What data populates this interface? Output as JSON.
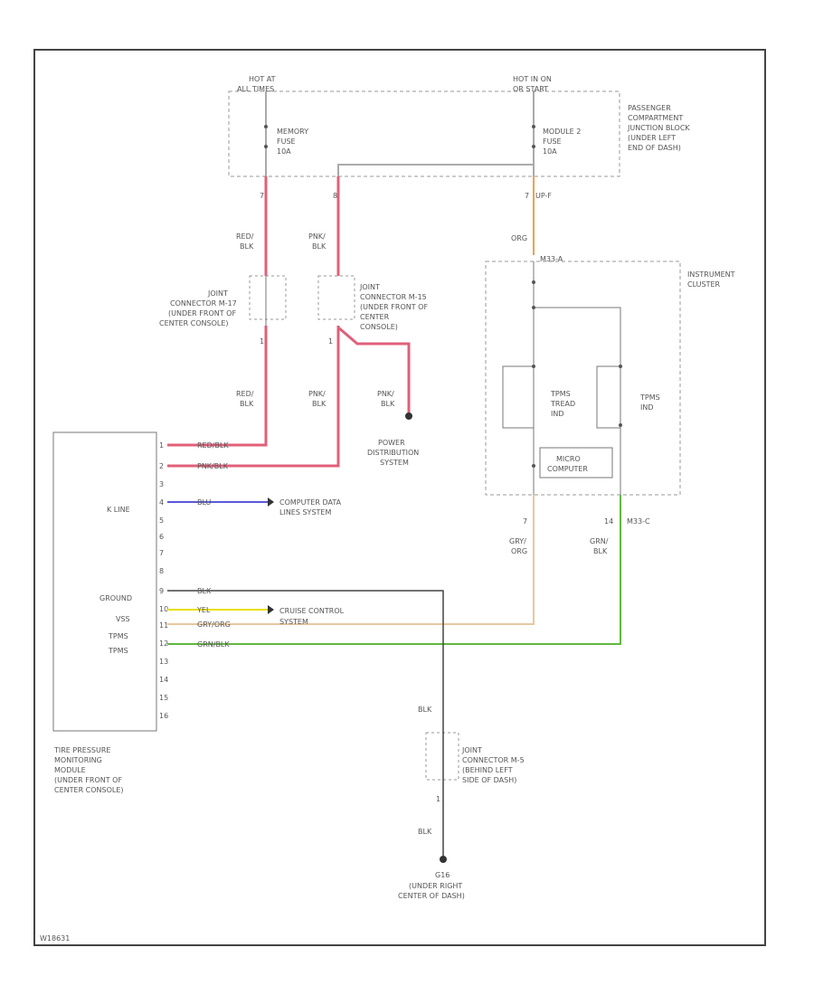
{
  "power": {
    "left_source": [
      "HOT AT",
      "ALL TIMES"
    ],
    "right_source": [
      "HOT IN ON",
      "OR START"
    ],
    "left_fuse": [
      "MEMORY",
      "FUSE",
      "10A"
    ],
    "right_fuse": [
      "MODULE 2",
      "FUSE",
      "10A"
    ],
    "junction_block": [
      "PASSENGER",
      "COMPARTMENT",
      "JUNCTION BLOCK",
      "(UNDER LEFT",
      "END OF DASH)"
    ]
  },
  "wires": {
    "red_blk": [
      "RED/",
      "BLK"
    ],
    "pnk_blk": [
      "PNK/",
      "BLK"
    ],
    "org": "ORG",
    "gry_org": [
      "GRY/",
      "ORG"
    ],
    "grn_blk": [
      "GRN/",
      "BLK"
    ],
    "blk": "BLK",
    "pin_7": "7",
    "pin_8": "8",
    "pin_1": "1",
    "pin_14": "14",
    "up_f": "UP-F",
    "m33_a": "M33-A",
    "m33_c": "M33-C"
  },
  "connectors": {
    "j_left": [
      "JOINT",
      "CONNECTOR M-17",
      "(UNDER FRONT OF",
      "CENTER CONSOLE)"
    ],
    "j_mid": [
      "JOINT",
      "CONNECTOR M-15",
      "(UNDER FRONT OF",
      "CENTER",
      "CONSOLE)"
    ],
    "j_ground": [
      "JOINT",
      "CONNECTOR M-5",
      "(BEHIND LEFT",
      "SIDE OF DASH)"
    ]
  },
  "systems": {
    "power_distribution": [
      "POWER",
      "DISTRIBUTION",
      "SYSTEM"
    ],
    "computer_data": [
      "COMPUTER DATA",
      "LINES SYSTEM"
    ],
    "cruise_control": [
      "CRUISE CONTROL",
      "SYSTEM"
    ]
  },
  "cluster": {
    "name": [
      "INSTRUMENT",
      "CLUSTER"
    ],
    "tpms_tread": [
      "TPMS",
      "TREAD",
      "IND"
    ],
    "tpms_ind": [
      "TPMS",
      "IND"
    ],
    "micro": [
      "MICRO",
      "COMPUTER"
    ]
  },
  "module": {
    "name": [
      "TIRE PRESSURE",
      "MONITORING",
      "MODULE",
      "(UNDER FRONT OF",
      "CENTER CONSOLE)"
    ],
    "pin_labels": {
      "k_line": "K LINE",
      "ground": "GROUND",
      "vss": "VSS",
      "tpms1": "TPMS",
      "tpms2": "TPMS"
    },
    "pins": [
      "1",
      "2",
      "3",
      "4",
      "5",
      "6",
      "7",
      "8",
      "9",
      "10",
      "11",
      "12",
      "13",
      "14",
      "15",
      "16"
    ],
    "wire_tags": {
      "p1": "RED/BLK",
      "p2": "PNK/BLK",
      "p4": "BLU",
      "p9": "BLK",
      "p10": "YEL",
      "p11": "GRY/ORG",
      "p12": "GRN/BLK"
    }
  },
  "ground": {
    "name": "G16",
    "location": [
      "(UNDER RIGHT",
      "CENTER OF DASH)"
    ]
  },
  "footer": "W18631",
  "colors": {
    "red": "#e0607a",
    "orange": "#f0a050",
    "blue": "#5a5ad8",
    "yellow": "#e8e000",
    "tan": "#e8c8a0",
    "green": "#60b840",
    "black": "#444444",
    "grey": "#aaaaaa"
  }
}
